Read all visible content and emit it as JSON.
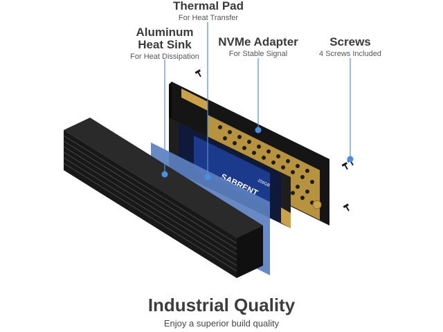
{
  "labels": {
    "thermal_pad": {
      "title": "Thermal Pad",
      "subtitle": "For Heat Transfer"
    },
    "heat_sink": {
      "title_line1": "Aluminum",
      "title_line2": "Heat Sink",
      "subtitle": "For Heat Dissipation"
    },
    "adapter": {
      "title": "NVMe Adapter",
      "subtitle": "For Stable Signal"
    },
    "screws": {
      "title": "Screws",
      "subtitle": "4 Screws Included"
    }
  },
  "ssd": {
    "brand": "SABRENT",
    "capacity": "256GB"
  },
  "footer": {
    "title": "Industrial Quality",
    "subtitle": "Enjoy a superior build quality"
  },
  "colors": {
    "accent": "#4a90e2",
    "heat_sink": "#1c1c1c",
    "thermal_pad": "#5b7fbf",
    "pcb": "#1a1a1a",
    "gold": "#c9a24a"
  }
}
